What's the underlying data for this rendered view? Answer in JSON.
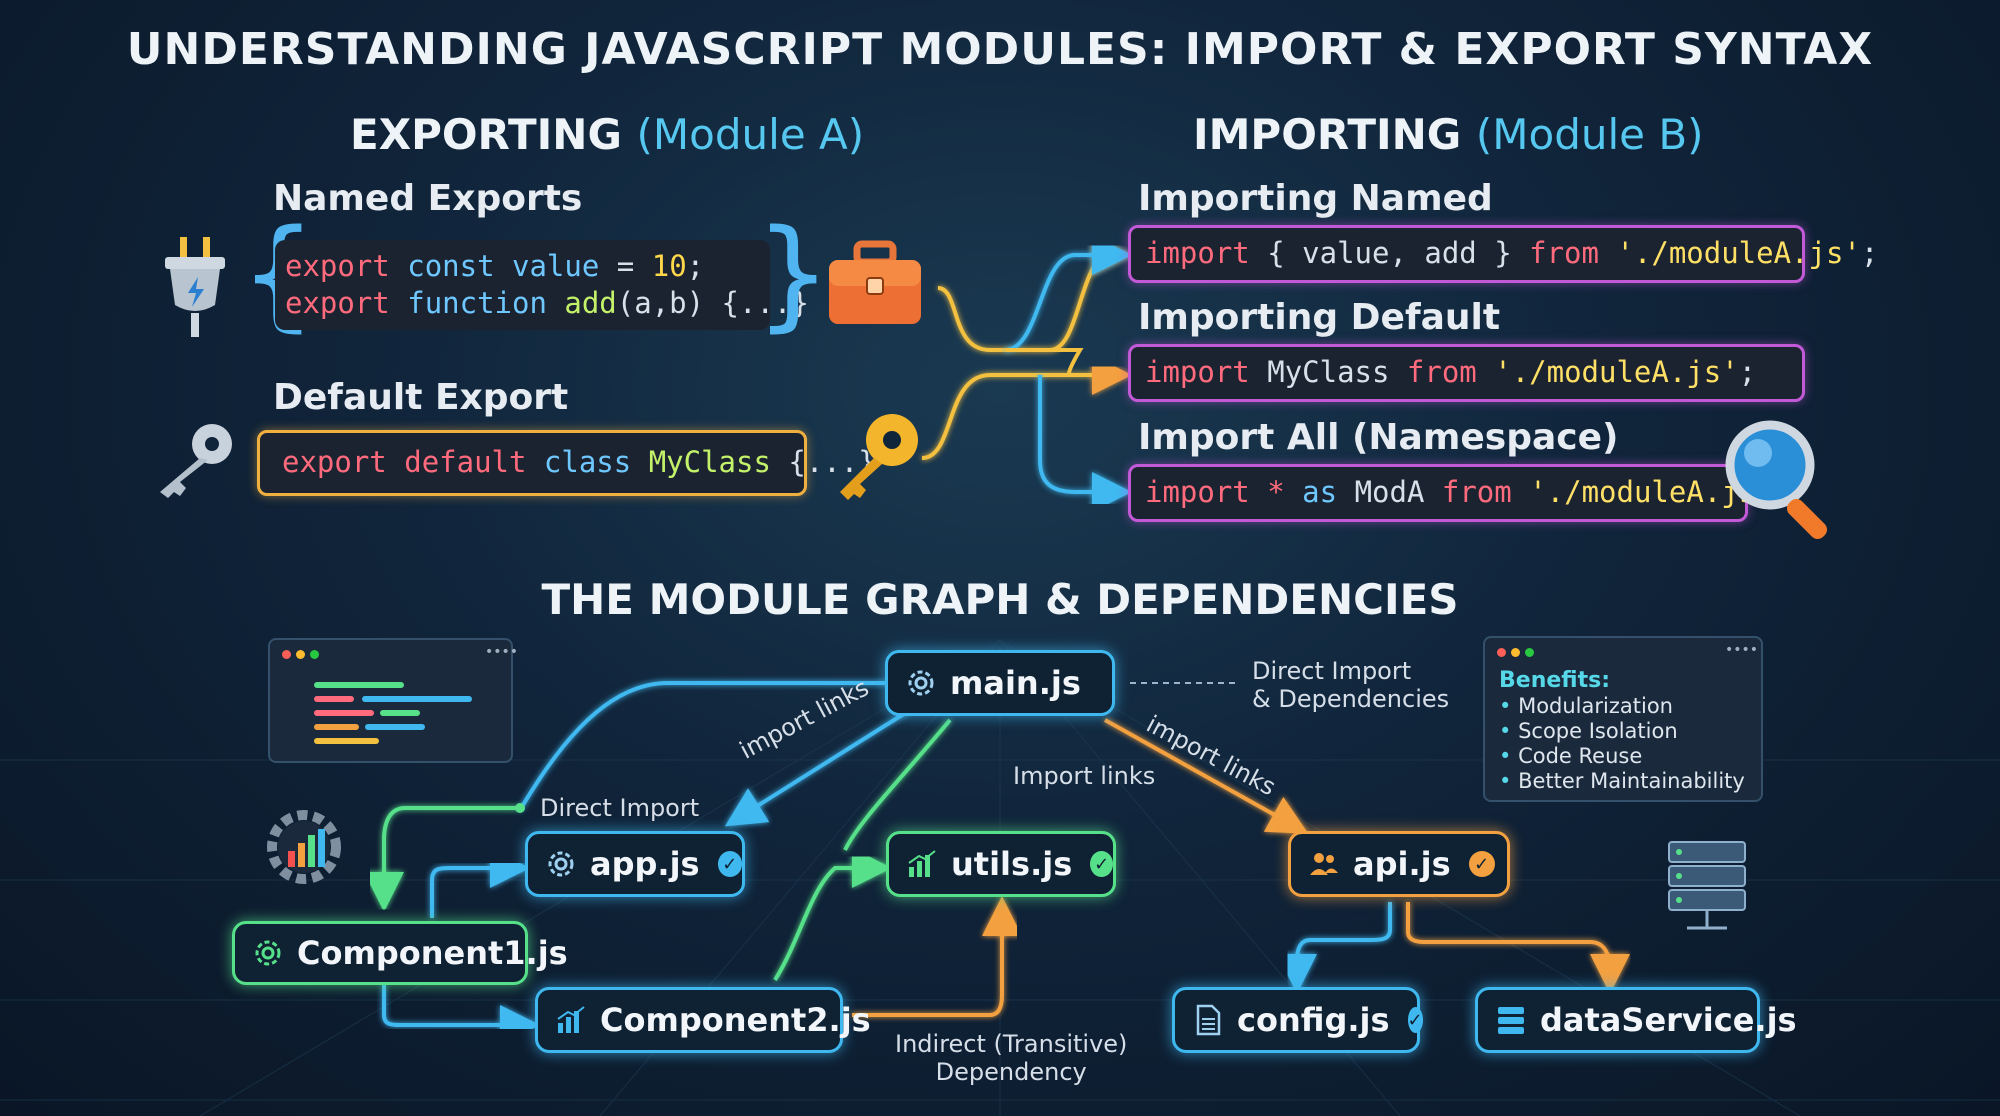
{
  "title": "UNDERSTANDING JAVASCRIPT MODULES: IMPORT & EXPORT SYNTAX",
  "exporting": {
    "heading": "EXPORTING",
    "module": "(Module A)",
    "named_title": "Named Exports",
    "named_line1": [
      "export",
      "const",
      "value",
      "=",
      "10",
      ";"
    ],
    "named_line2": [
      "export",
      "function",
      "add",
      "(a,b) {...}"
    ],
    "default_title": "Default Export",
    "default_line": [
      "export",
      "default",
      "class",
      "MyClass",
      "{...}"
    ]
  },
  "importing": {
    "heading": "IMPORTING",
    "module": "(Module B)",
    "named_title": "Importing Named",
    "named_line": [
      "import",
      "{ value, add }",
      "from",
      "'./moduleA.js'",
      ";"
    ],
    "default_title": "Importing Default",
    "default_line": [
      "import",
      "MyClass",
      "from",
      "'./moduleA.js'",
      ";"
    ],
    "all_title": "Import All (Namespace)",
    "all_line": [
      "import",
      "*",
      "as",
      "ModA",
      "from",
      "'./moduleA.js'",
      ";"
    ]
  },
  "graph": {
    "heading": "THE MODULE GRAPH & DEPENDENCIES",
    "nodes": {
      "main": "main.js",
      "app": "app.js",
      "utils": "utils.js",
      "api": "api.js",
      "component1": "Component1.js",
      "component2": "Component2.js",
      "config": "config.js",
      "dataservice": "dataService.js"
    },
    "labels": {
      "legend": [
        "Direct Import",
        "& Dependencies"
      ],
      "direct_import": "Direct Import",
      "import_links_left": "import links",
      "import_links_mid": "Import links",
      "import_links_right": "import links",
      "indirect": [
        "Indirect (Transitive)",
        "Dependency"
      ]
    },
    "benefits": {
      "title": "Benefits:",
      "items": [
        "Modularization",
        "Scope Isolation",
        "Code Reuse",
        "Better Maintainability"
      ]
    }
  },
  "colors": {
    "blue": "#3fb8f0",
    "green": "#57e08a",
    "orange": "#f3a040",
    "keyword": "#ff6b7d"
  },
  "icons": [
    "plug-icon",
    "key-icon",
    "toolbox-icon",
    "gold-key-icon",
    "magnifier-icon",
    "gear-chart-icon",
    "server-icon",
    "code-window-icon"
  ]
}
